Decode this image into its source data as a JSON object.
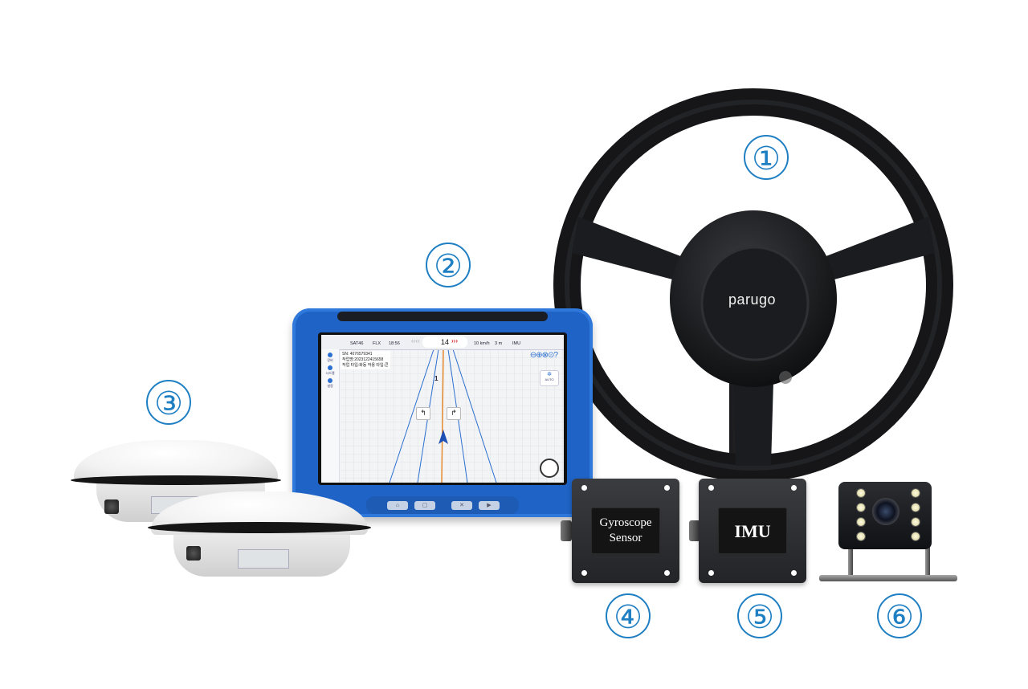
{
  "labels": {
    "steering": "①",
    "display": "②",
    "antenna": "③",
    "gyroscope": "④",
    "imu": "⑤",
    "camera": "⑥"
  },
  "steering_wheel": {
    "brand": "parugo"
  },
  "gyroscope": {
    "line1": "Gyroscope",
    "line2": "Sensor"
  },
  "imu": {
    "text": "IMU"
  },
  "display_screen": {
    "status": {
      "sat": "SAT46",
      "fix": "FLX",
      "time": "18:56",
      "lane": "14",
      "speed": "10 km/h",
      "width": "3 m",
      "mode": "IMU"
    },
    "chevrons_left": "‹‹‹‹",
    "chevrons_right": "›››",
    "info_lines": [
      "SN: 4076579341",
      "작업명:2023122415658",
      "작업 타입:화동 작용 타입:콘"
    ],
    "nav_items": [
      "장비",
      "시스템",
      "설정"
    ],
    "lane_number": "1",
    "auto_button": "AUTO",
    "tool_icons": "⊖⊕⊗⊙?",
    "turn_left": "↰",
    "turn_right": "↱"
  },
  "colors": {
    "accent": "#1f7fc3",
    "tablet": "#1f63c6"
  }
}
